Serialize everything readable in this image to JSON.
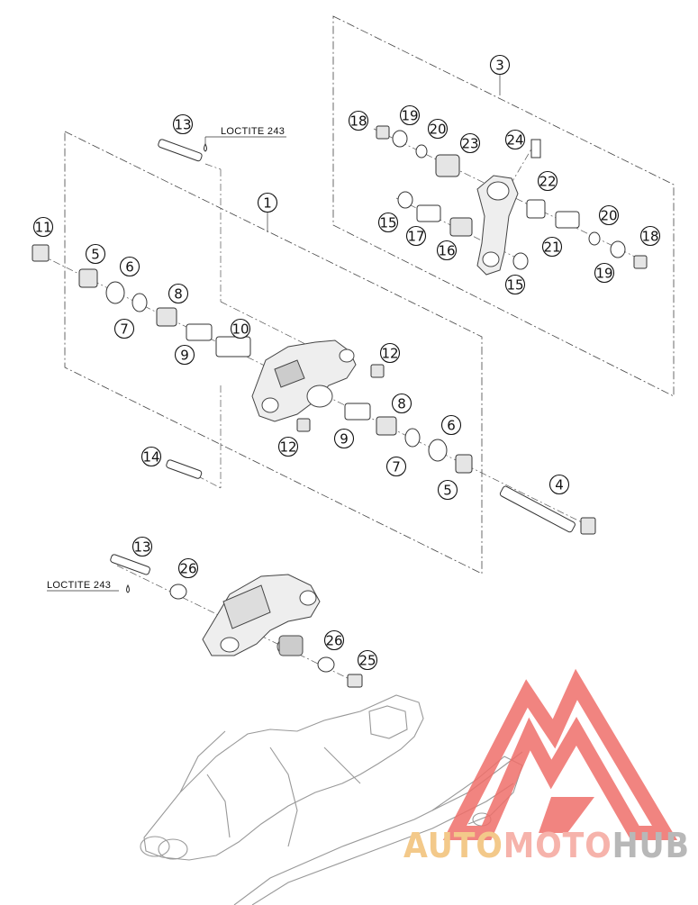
{
  "callouts": {
    "c1": "1",
    "c3": "3",
    "c4": "4",
    "c5a": "5",
    "c5b": "5",
    "c6a": "6",
    "c6b": "6",
    "c7a": "7",
    "c7b": "7",
    "c8a": "8",
    "c8b": "8",
    "c9a": "9",
    "c9b": "9",
    "c10": "10",
    "c11": "11",
    "c12a": "12",
    "c12b": "12",
    "c13a": "13",
    "c13b": "13",
    "c14": "14",
    "c15a": "15",
    "c15b": "15",
    "c16": "16",
    "c17": "17",
    "c18a": "18",
    "c18b": "18",
    "c19a": "19",
    "c19b": "19",
    "c20a": "20",
    "c20b": "20",
    "c21": "21",
    "c22": "22",
    "c23": "23",
    "c24": "24",
    "c25": "25",
    "c26a": "26",
    "c26b": "26"
  },
  "labels": {
    "loctite_top": "LOCTITE 243",
    "loctite_bottom": "LOCTITE 243"
  },
  "watermark": {
    "part1": "AUTO",
    "part2": "MOTO",
    "part3": "HUB",
    "color_auto": "#f3c98a",
    "color_moto": "#f6b3ab",
    "color_hub": "#b8b8b8",
    "color_logo": "#ef6f6a"
  }
}
